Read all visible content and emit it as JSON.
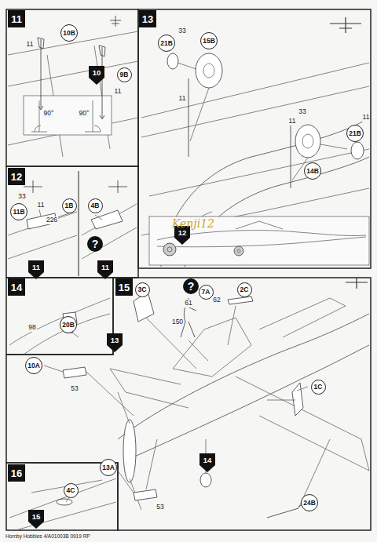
{
  "diagram": {
    "nodes": [
      {
        "text": [
          "11"
        ]
      },
      {
        "text": [
          "10B"
        ]
      },
      {
        "text": [
          "9B"
        ]
      },
      {
        "text": [
          "10"
        ]
      },
      {
        "text": [
          "13"
        ]
      },
      {
        "text": [
          "21B"
        ]
      },
      {
        "text": [
          "15B"
        ]
      },
      {
        "text": [
          "21B"
        ]
      },
      {
        "text": [
          "14B"
        ]
      },
      {
        "text": [
          "12"
        ]
      },
      {
        "text": [
          "12"
        ]
      },
      {
        "text": [
          "1B"
        ]
      },
      {
        "text": [
          "11B"
        ]
      },
      {
        "text": [
          "4B"
        ]
      },
      {
        "text": [
          "?"
        ]
      },
      {
        "text": [
          "11"
        ]
      },
      {
        "text": [
          "11"
        ]
      },
      {
        "text": [
          "14"
        ]
      },
      {
        "text": [
          "20B"
        ]
      },
      {
        "text": [
          "13"
        ]
      },
      {
        "text": [
          "15"
        ]
      },
      {
        "text": [
          "3C"
        ]
      },
      {
        "text": [
          "?"
        ]
      },
      {
        "text": [
          "7A"
        ]
      },
      {
        "text": [
          "2C"
        ]
      },
      {
        "text": [
          "10A"
        ]
      },
      {
        "text": [
          "1C"
        ]
      },
      {
        "text": [
          "14"
        ]
      },
      {
        "text": [
          "13A"
        ]
      },
      {
        "text": [
          "24B"
        ]
      },
      {
        "text": [
          "16"
        ]
      },
      {
        "text": [
          "4C"
        ]
      },
      {
        "text": [
          "15"
        ]
      }
    ],
    "labels": [
      "11",
      "11",
      "90°",
      "90°",
      "33",
      "11",
      "33",
      "11",
      "11",
      "33",
      "11",
      "226",
      "98",
      "61",
      "62",
      "150",
      "53",
      "53",
      "Kenji12",
      "Hornby Hobbies 4/A01003B 0919 RP"
    ]
  }
}
